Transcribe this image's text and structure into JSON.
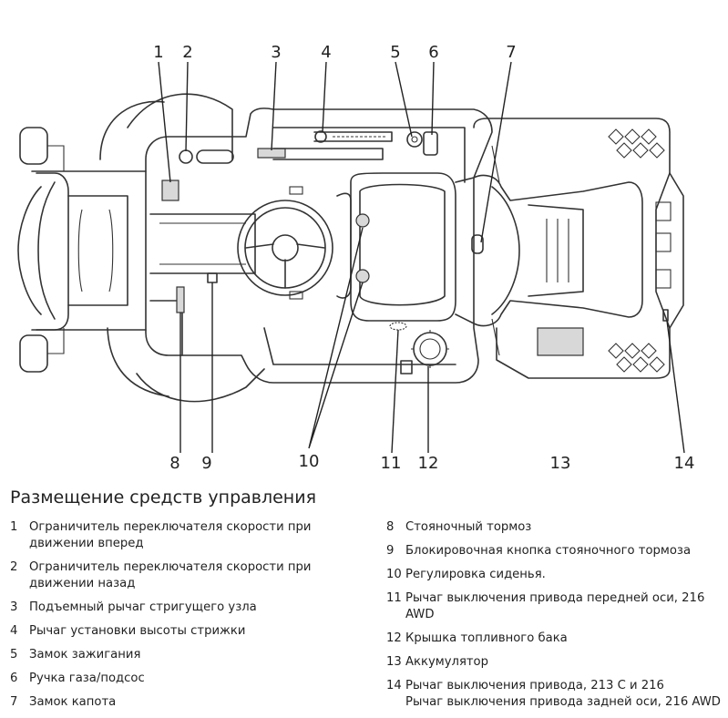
{
  "diagram": {
    "callouts": [
      "1",
      "2",
      "3",
      "4",
      "5",
      "6",
      "7",
      "8",
      "9",
      "10",
      "11",
      "12",
      "13",
      "14"
    ]
  },
  "title": "Размещение средств управления",
  "legend_left": [
    {
      "num": "1",
      "text": "Ограничитель переключателя скорости при\nдвижении вперед"
    },
    {
      "num": "2",
      "text": "Ограничитель переключателя скорости при\nдвижении назад"
    },
    {
      "num": "3",
      "text": "Подъемный рычаг стригущего узла"
    },
    {
      "num": "4",
      "text": "Рычаг установки высоты стрижки"
    },
    {
      "num": "5",
      "text": "Замок зажигания"
    },
    {
      "num": "6",
      "text": "Ручка газа/подсос"
    },
    {
      "num": "7",
      "text": "Замок капота"
    }
  ],
  "legend_right": [
    {
      "num": "8",
      "text": "Стояночный тормоз"
    },
    {
      "num": "9",
      "text": "Блокировочная кнопка стояночного тормоза"
    },
    {
      "num": "10",
      "text": "Регулировка сиденья."
    },
    {
      "num": "11",
      "text": "Рычаг выключения привода передней оси, 216\nAWD"
    },
    {
      "num": "12",
      "text": "Крышка топливного бака"
    },
    {
      "num": "13",
      "text": "Аккумулятор"
    },
    {
      "num": "14",
      "text": "Рычаг выключения привода, 213 C и 216\nРычаг выключения привода задней оси, 216 AWD"
    }
  ]
}
